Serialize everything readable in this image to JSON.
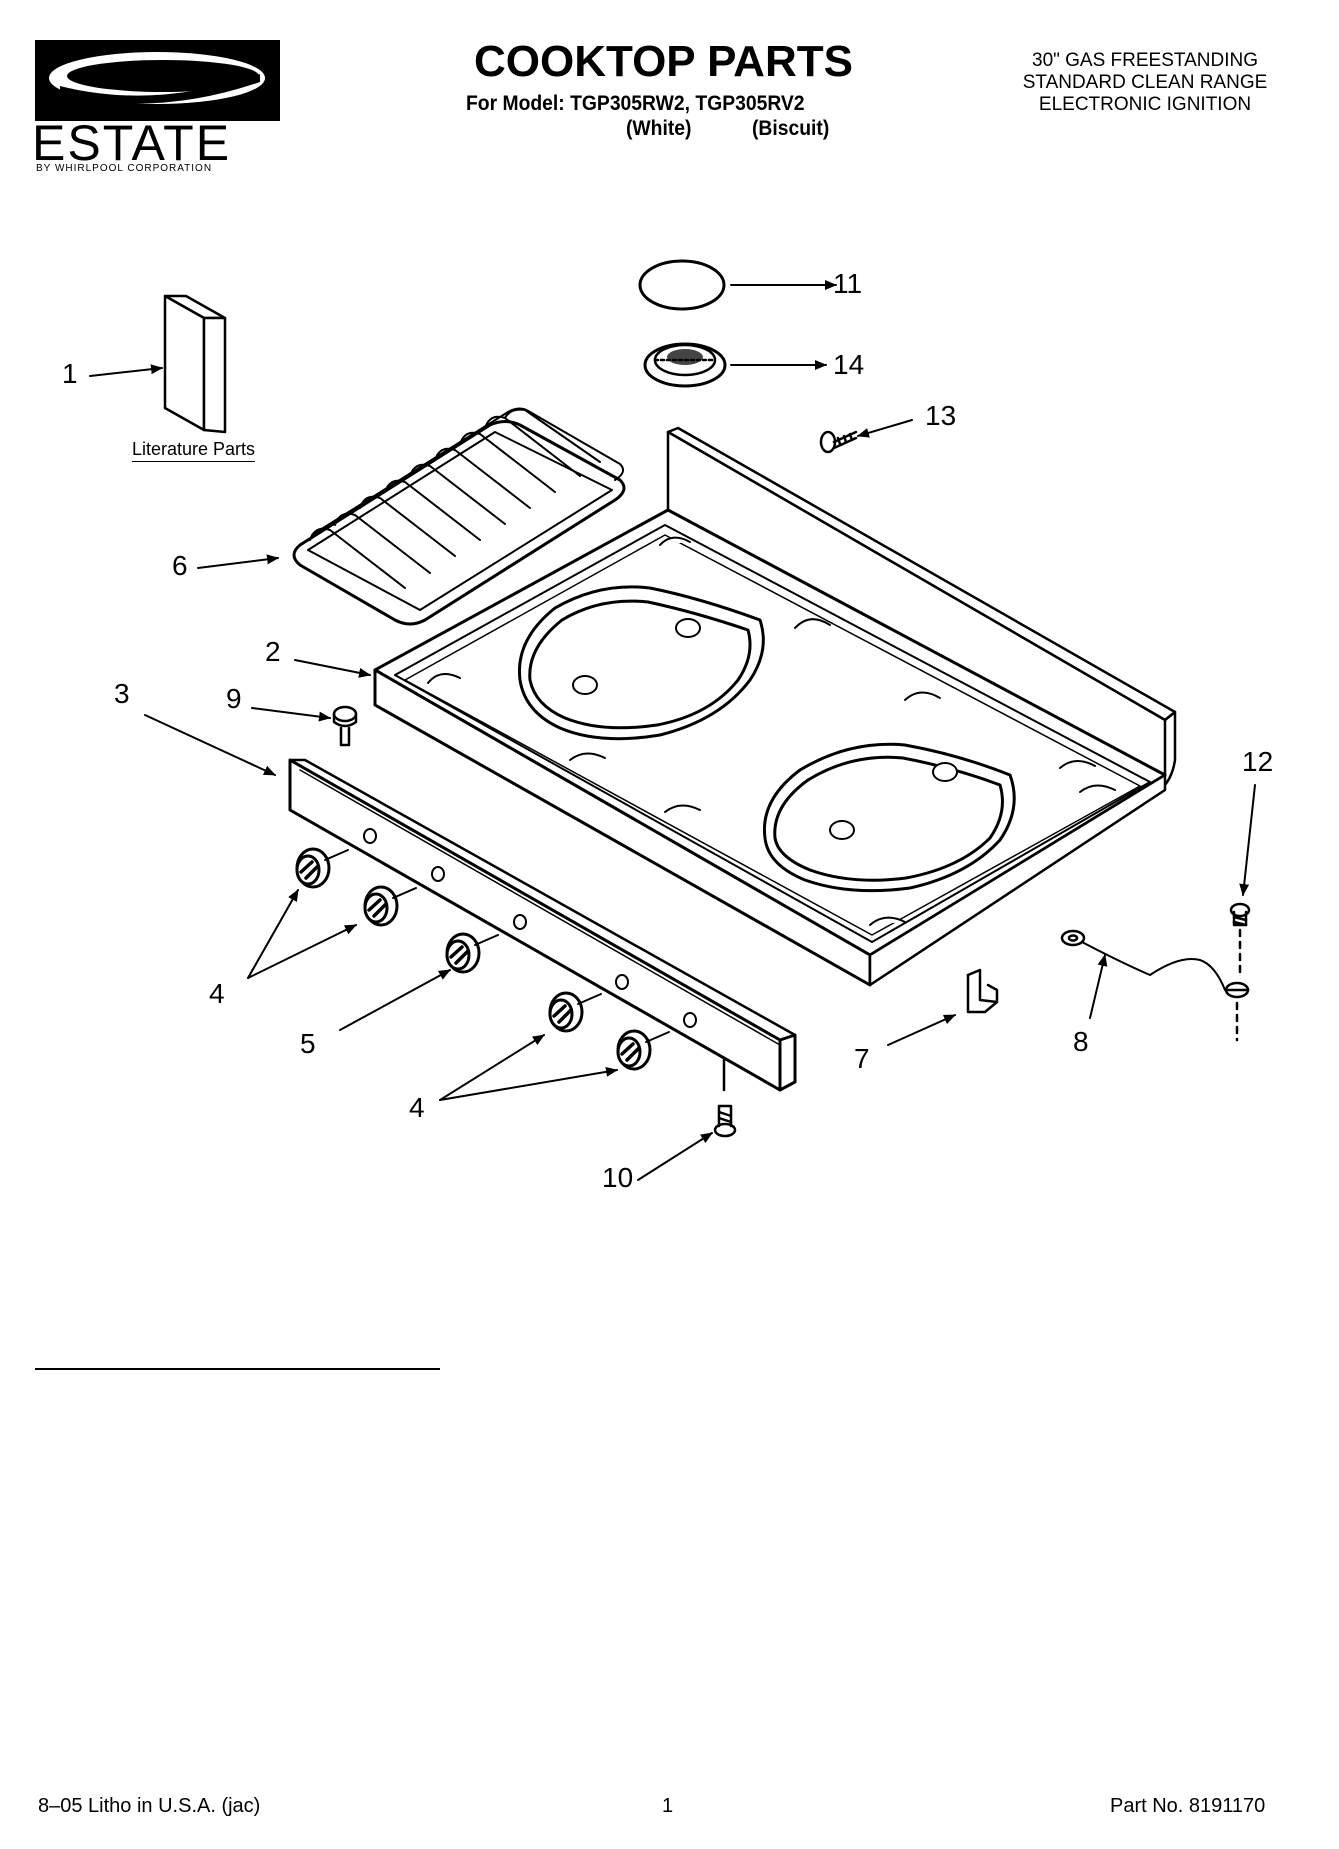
{
  "brand": {
    "wordmark": "ESTATE",
    "tagline": "BY WHIRLPOOL CORPORATION"
  },
  "header": {
    "title": "COOKTOP PARTS",
    "model_line": "For Model: TGP305RW2, TGP305RV2",
    "variant_white": "(White)",
    "variant_biscuit": "(Biscuit)",
    "description": [
      "30\" GAS FREESTANDING",
      "STANDARD CLEAN RANGE",
      "ELECTRONIC IGNITION"
    ]
  },
  "diagram": {
    "literature_label": "Literature Parts",
    "callouts": {
      "c1": "1",
      "c2": "2",
      "c3": "3",
      "c4a": "4",
      "c4b": "4",
      "c5": "5",
      "c6": "6",
      "c7": "7",
      "c8": "8",
      "c9": "9",
      "c10": "10",
      "c11": "11",
      "c12": "12",
      "c13": "13",
      "c14": "14"
    }
  },
  "footer": {
    "litho": "8–05 Litho in U.S.A. (jac)",
    "page": "1",
    "part_no": "Part No. 8191170"
  }
}
